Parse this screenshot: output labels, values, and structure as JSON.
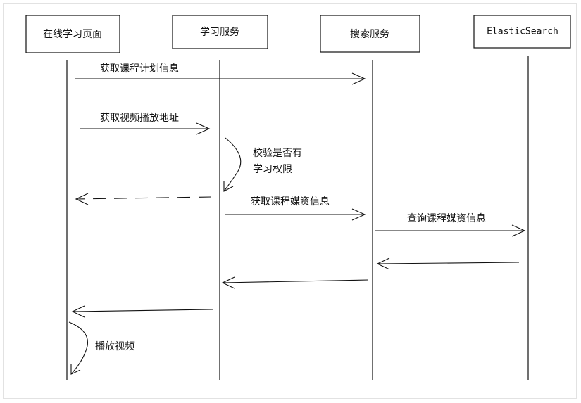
{
  "participants": [
    {
      "id": "online_page",
      "label": "在线学习页面"
    },
    {
      "id": "learning_service",
      "label": "学习服务"
    },
    {
      "id": "search_service",
      "label": "搜索服务"
    },
    {
      "id": "elasticsearch",
      "label": "ElasticSearch"
    }
  ],
  "messages": {
    "m1": "获取课程计划信息",
    "m2": "获取视频播放地址",
    "self_check": [
      "校验是否有",
      "学习权限"
    ],
    "m4": "获取课程媒资信息",
    "m5": "查询课程媒资信息",
    "self_play": "播放视频"
  },
  "colors": {
    "line": "#111111",
    "box_border": "#111111"
  }
}
